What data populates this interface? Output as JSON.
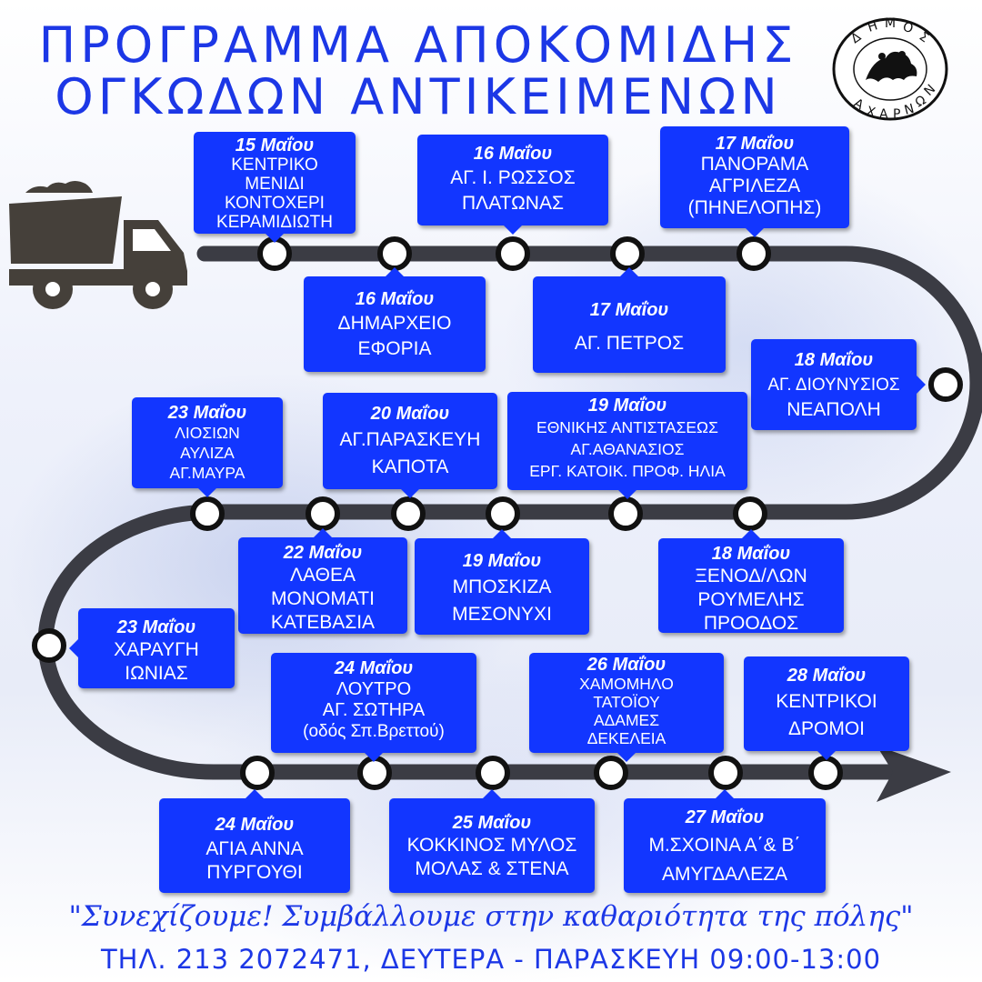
{
  "header": {
    "title_line1": "ΠΡΟΓΡΑΜΜΑ ΑΠΟΚΟΜΙΔΗΣ",
    "title_line2": "ΟΓΚΩΔΩΝ ΑΝΤΙΚΕΙΜΕΝΩΝ"
  },
  "logo": {
    "icon": "municipality-seal-icon",
    "text": "ΔΗΜΟΣ ΑΧΑΡΝΩΝ"
  },
  "colors": {
    "accent": "#1c37e6",
    "box": "#1236ff",
    "road": "#3b3c44",
    "truck": "#45403a"
  },
  "schedule": [
    {
      "date": "15 Μαΐου",
      "lines": [
        "ΚΕΝΤΡΙΚΟ",
        "ΜΕΝΙΔΙ",
        "ΚΟΝΤΟΧΕΡΙ",
        "ΚΕΡΑΜΙΔΙΩΤΗ"
      ]
    },
    {
      "date": "16 Μαΐου",
      "lines": [
        "ΑΓ. Ι. ΡΩΣΣΟΣ",
        "ΠΛΑΤΩΝΑΣ"
      ]
    },
    {
      "date": "17 Μαΐου",
      "lines": [
        "ΠΑΝΟΡΑΜΑ",
        "ΑΓΡΙΛΕΖΑ",
        "(ΠΗΝΕΛΟΠΗΣ)"
      ]
    },
    {
      "date": "16 Μαΐου",
      "lines": [
        "ΔΗΜΑΡΧΕΙΟ",
        "ΕΦΟΡΙΑ"
      ]
    },
    {
      "date": "17 Μαΐου",
      "lines": [
        "ΑΓ. ΠΕΤΡΟΣ"
      ]
    },
    {
      "date": "18 Μαΐου",
      "lines": [
        "ΑΓ. ΔΙΟΥΝΥΣΙΟΣ",
        "ΝΕΑΠΟΛΗ"
      ]
    },
    {
      "date": "23 Μαΐου",
      "lines": [
        "ΛΙΟΣΙΩΝ",
        "ΑΥΛΙΖΑ",
        "ΑΓ.ΜΑΥΡΑ"
      ]
    },
    {
      "date": "20 Μαΐου",
      "lines": [
        "ΑΓ.ΠΑΡΑΣΚΕΥΗ",
        "ΚΑΠΟΤΑ"
      ]
    },
    {
      "date": "19 Μαΐου",
      "lines": [
        "ΕΘΝΙΚΗΣ ΑΝΤΙΣΤΑΣΕΩΣ",
        "ΑΓ.ΑΘΑΝΑΣΙΟΣ",
        "ΕΡΓ. ΚΑΤΟΙΚ. ΠΡΟΦ. ΗΛΙΑ"
      ]
    },
    {
      "date": "22 Μαΐου",
      "lines": [
        "ΛΑΘΕΑ",
        "ΜΟΝΟΜΑΤΙ",
        "ΚΑΤΕΒΑΣΙΑ"
      ]
    },
    {
      "date": "19 Μαΐου",
      "lines": [
        "ΜΠΟΣΚΙΖΑ",
        "ΜΕΣΟΝΥΧΙ"
      ]
    },
    {
      "date": "18 Μαΐου",
      "lines": [
        "ΞΕΝΟΔ/ΛΩΝ",
        "ΡΟΥΜΕΛΗΣ",
        "ΠΡΟΟΔΟΣ"
      ]
    },
    {
      "date": "23 Μαΐου",
      "lines": [
        "ΧΑΡΑΥΓΗ",
        "ΙΩΝΙΑΣ"
      ]
    },
    {
      "date": "24 Μαΐου",
      "lines": [
        "ΛΟΥΤΡΟ",
        "ΑΓ. ΣΩΤΗΡΑ",
        "(οδός Σπ.Βρεττού)"
      ]
    },
    {
      "date": "26 Μαΐου",
      "lines": [
        "ΧΑΜΟΜΗΛΟ",
        "ΤΑΤΟΪΟΥ",
        "ΑΔΑΜΕΣ",
        "ΔΕΚΕΛΕΙΑ"
      ]
    },
    {
      "date": "28 Μαΐου",
      "lines": [
        "ΚΕΝΤΡΙΚΟΙ",
        "ΔΡΟΜΟΙ"
      ]
    },
    {
      "date": "24 Μαΐου",
      "lines": [
        "ΑΓΙΑ ΑΝΝΑ",
        "ΠΥΡΓΟΥΘΙ"
      ]
    },
    {
      "date": "25 Μαΐου",
      "lines": [
        "ΚΟΚΚΙΝΟΣ ΜΥΛΟΣ",
        "ΜΟΛΑΣ & ΣΤΕΝΑ"
      ]
    },
    {
      "date": "27 Μαΐου",
      "lines": [
        "Μ.ΣΧΟΙΝΑ Α΄& Β΄",
        "ΑΜΥΓΔΑΛΕΖΑ"
      ]
    }
  ],
  "footer": {
    "slogan": "\"Συνεχίζουμε! Συμβάλλουμε στην καθαριότητα της πόλης\"",
    "contact": "ΤΗΛ. 213 2072471, ΔΕΥΤΕΡΑ - ΠΑΡΑΣΚΕΥΗ  09:00-13:00"
  }
}
